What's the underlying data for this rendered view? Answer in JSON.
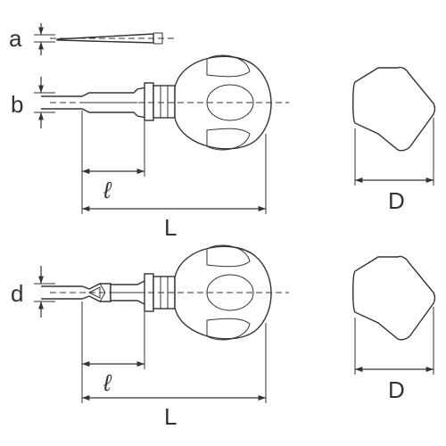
{
  "labels": {
    "blade_thickness": "a",
    "blade_width": "b",
    "tip_diameter": "d",
    "shank_length_top": "ℓ",
    "shank_length_bottom": "ℓ",
    "overall_length_top": "L",
    "overall_length_bottom": "L",
    "handle_across_flats_top": "D",
    "handle_across_flats_bottom": "D"
  }
}
